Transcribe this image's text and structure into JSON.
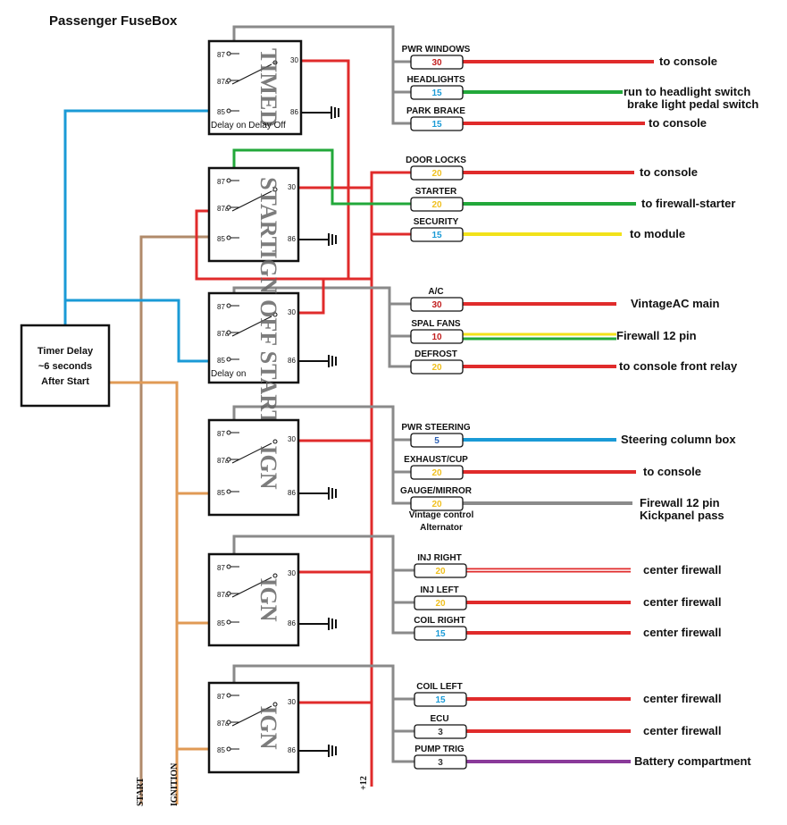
{
  "title": "Passenger FuseBox",
  "timer": {
    "line1": "Timer Delay",
    "line2": "~6 seconds",
    "line3": "After Start"
  },
  "bus_labels": {
    "start": "START",
    "ignition": "IGNITION",
    "plus12": "+12"
  },
  "colors": {
    "red": "#e02b2b",
    "green": "#22a83a",
    "yellow": "#f2e21a",
    "blue": "#1a9ad6",
    "purple": "#8a3a9a",
    "gray": "#8a8a8a",
    "tan": "#b08a6a",
    "orange": "#e09a55",
    "rating_5": "#2b5fb3",
    "rating_10": "#c21f1f",
    "rating_15": "#1a9ad6",
    "rating_20": "#f0c020",
    "rating_30": "#c21f1f"
  },
  "relays": [
    {
      "name": "TIMED",
      "pins": [
        "87",
        "87a",
        "85",
        "30",
        "86"
      ],
      "note": "Delay on Delay Off"
    },
    {
      "name": "START",
      "pins": [
        "87",
        "87a",
        "85",
        "30",
        "86"
      ],
      "note": ""
    },
    {
      "name": "IGN OFF START",
      "pins": [
        "87",
        "87a",
        "85",
        "30",
        "86"
      ],
      "note": "Delay on"
    },
    {
      "name": "IGN",
      "pins": [
        "87",
        "87a",
        "85",
        "30",
        "86"
      ],
      "note": ""
    },
    {
      "name": "IGN",
      "pins": [
        "87",
        "87a",
        "85",
        "30",
        "86"
      ],
      "note": ""
    },
    {
      "name": "IGN",
      "pins": [
        "87",
        "87a",
        "85",
        "30",
        "86"
      ],
      "note": ""
    }
  ],
  "fuses": [
    {
      "label": "PWR WINDOWS",
      "rating": "30",
      "dest": "to  console",
      "dest2": "",
      "wire": "red"
    },
    {
      "label": "HEADLIGHTS",
      "rating": "15",
      "dest": "run to headlight switch",
      "dest2": "brake light pedal switch",
      "wire": "green"
    },
    {
      "label": "PARK BRAKE",
      "rating": "15",
      "dest": "to  console",
      "dest2": "",
      "wire": "red"
    },
    {
      "label": "DOOR LOCKS",
      "rating": "20",
      "dest": "to  console",
      "dest2": "",
      "wire": "red"
    },
    {
      "label": "STARTER",
      "rating": "20",
      "dest": "to firewall-starter",
      "dest2": "",
      "wire": "green"
    },
    {
      "label": "SECURITY",
      "rating": "15",
      "dest": "to module",
      "dest2": "",
      "wire": "yellow"
    },
    {
      "label": "A/C",
      "rating": "30",
      "dest": "VintageAC main",
      "dest2": "",
      "wire": "red"
    },
    {
      "label": "SPAL FANS",
      "rating": "10",
      "dest": "Firewall 12 pin",
      "dest2": "",
      "wire": "yellowgreen"
    },
    {
      "label": "DEFROST",
      "rating": "20",
      "dest": "to console front relay",
      "dest2": "",
      "wire": "red"
    },
    {
      "label": "PWR STEERING",
      "rating": "5",
      "dest": "Steering column box",
      "dest2": "",
      "wire": "blue"
    },
    {
      "label": "EXHAUST/CUP",
      "rating": "20",
      "dest": "to  console",
      "dest2": "",
      "wire": "red"
    },
    {
      "label": "GAUGE/MIRROR",
      "rating": "20",
      "dest": "Firewall 12 pin",
      "dest2": "Kickpanel pass",
      "wire": "gray",
      "note": "Vintage control",
      "note2": "Alternator"
    },
    {
      "label": "INJ RIGHT",
      "rating": "20",
      "dest": "center firewall",
      "dest2": "",
      "wire": "redhollow"
    },
    {
      "label": "INJ LEFT",
      "rating": "20",
      "dest": "center firewall",
      "dest2": "",
      "wire": "red"
    },
    {
      "label": "COIL RIGHT",
      "rating": "15",
      "dest": "center firewall",
      "dest2": "",
      "wire": "red"
    },
    {
      "label": "COIL LEFT",
      "rating": "15",
      "dest": "center firewall",
      "dest2": "",
      "wire": "red"
    },
    {
      "label": "ECU",
      "rating": "3",
      "dest": "center firewall",
      "dest2": "",
      "wire": "red"
    },
    {
      "label": "PUMP TRIG",
      "rating": "3",
      "dest": "Battery compartment",
      "dest2": "",
      "wire": "purple"
    }
  ]
}
